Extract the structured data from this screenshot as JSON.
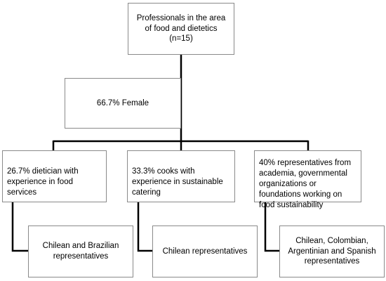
{
  "diagram": {
    "root": {
      "label": "Professionals in the area of food and dietetics (n=15)"
    },
    "gender": {
      "label": "66.7% Female"
    },
    "groups": [
      {
        "label": "26.7% dietician with experience in food services",
        "nationality": "Chilean and Brazilian representatives"
      },
      {
        "label": "33.3% cooks with experience in sustainable catering",
        "nationality": "Chilean representatives"
      },
      {
        "label": "40% representatives from academia, governmental organizations or foundations working on food sustainability",
        "nationality": "Chilean, Colombian, Argentinian and Spanish representatives"
      }
    ],
    "colors": {
      "connector": "#000000",
      "box_border": "#8a8a8a",
      "background": "#ffffff"
    }
  }
}
